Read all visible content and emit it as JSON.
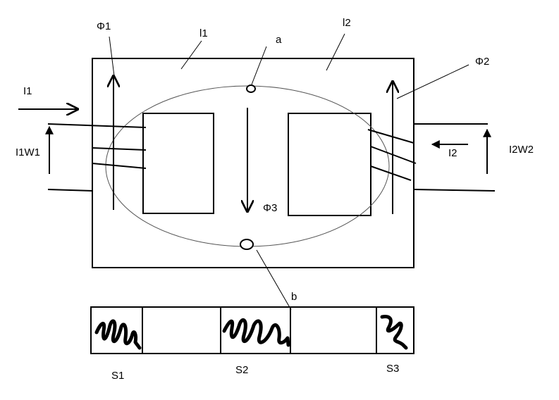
{
  "labels": {
    "phi1": "Φ1",
    "phi2": "Φ2",
    "phi3": "Φ3",
    "l1": "l1",
    "l2": "l2",
    "point_a": "a",
    "point_b": "b",
    "i1": "I1",
    "i2": "I2",
    "i1w1": "I1W1",
    "i2w2": "I2W2",
    "s1": "S1",
    "s2": "S2",
    "s3": "S3"
  },
  "colors": {
    "stroke": "#000000",
    "background": "#ffffff",
    "flux_loop": "#555555"
  }
}
